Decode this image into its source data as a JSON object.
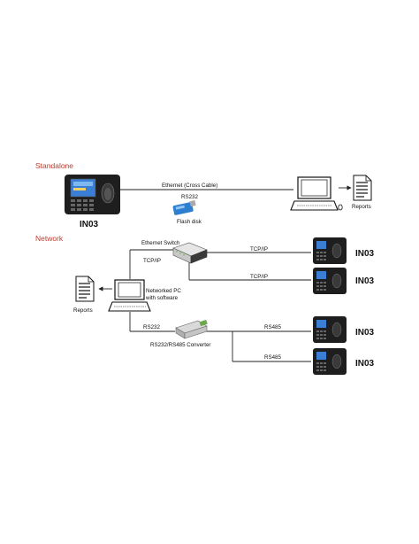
{
  "standalone": {
    "title": "Standalone",
    "device_label": "IN03",
    "ethernet_label": "Ethernet  (Cross Cable)",
    "rs232_label": "RS232",
    "flash_label": "Flash disk",
    "reports_label": "Reports"
  },
  "network": {
    "title": "Network",
    "switch_label": "Ethernet Switch",
    "tcpip_left_label": "TCP/IP",
    "tcpip_top_label": "TCP/IP",
    "tcpip_bottom_label": "TCP/IP",
    "pc_label_line1": "Networked PC",
    "pc_label_line2": "with software",
    "reports_label": "Reports",
    "rs232_label": "RS232",
    "converter_label": "RS232/RS485 Converter",
    "rs485_top_label": "RS485",
    "rs485_bottom_label": "RS485",
    "devices": [
      "IN03",
      "IN03",
      "IN03",
      "IN03"
    ]
  },
  "colors": {
    "section_title": "#c0392b",
    "device_body": "#1e1e1e",
    "screen_blue": "#3a7fd5",
    "flash_blue": "#2f7fd0"
  },
  "icons": [
    "terminal-icon",
    "computer-icon",
    "document-icon",
    "flash-disk-icon",
    "switch-icon",
    "converter-icon",
    "arrow-icon"
  ]
}
